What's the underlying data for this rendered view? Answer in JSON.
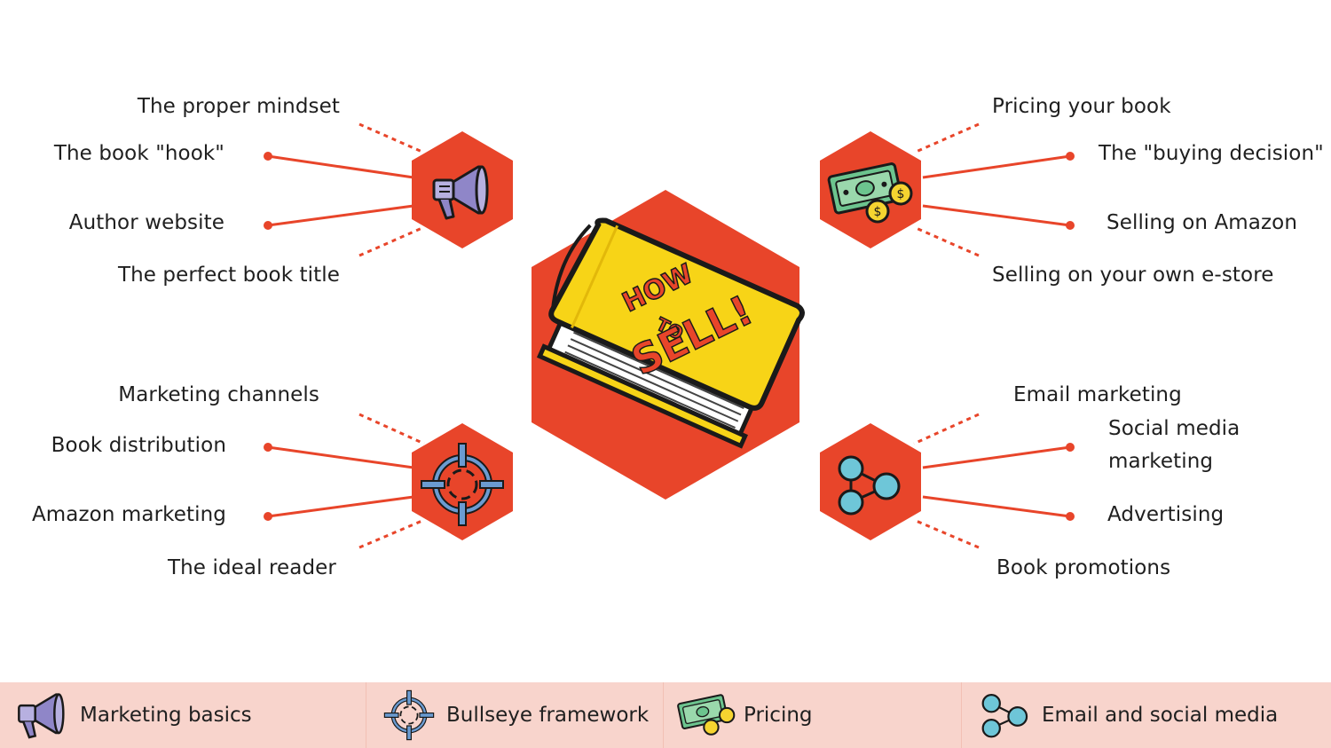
{
  "center": {
    "book_title_line1": "HOW",
    "book_title_line2": "TO",
    "book_title_line3": "SELL!"
  },
  "groups": {
    "marketing": {
      "icon": "megaphone-icon",
      "items": [
        "The proper mindset",
        "The book \"hook\"",
        "Author website",
        "The perfect book title"
      ]
    },
    "pricing": {
      "icon": "money-icon",
      "items": [
        "Pricing your book",
        "The \"buying decision\"",
        "Selling on Amazon",
        "Selling on your own e-store"
      ]
    },
    "bullseye": {
      "icon": "crosshair-icon",
      "items": [
        "Marketing channels",
        "Book distribution",
        "Amazon marketing",
        "The ideal reader"
      ]
    },
    "email": {
      "icon": "share-nodes-icon",
      "items": [
        "Email marketing",
        "Social media marketing",
        "Advertising",
        "Book promotions"
      ]
    }
  },
  "tabs": [
    {
      "label": "Marketing basics",
      "icon": "megaphone-icon"
    },
    {
      "label": "Bullseye framework",
      "icon": "crosshair-icon"
    },
    {
      "label": "Pricing",
      "icon": "money-icon"
    },
    {
      "label": "Email and social media",
      "icon": "share-nodes-icon"
    }
  ],
  "colors": {
    "accent": "#e8452a",
    "tab_bar": "#f8d4cc",
    "book_yellow": "#f7d417",
    "megaphone": "#8f86c8",
    "crosshair": "#6b9bd1",
    "money": "#6cc48e",
    "coin": "#f5d430",
    "nodes": "#6ec6d8"
  }
}
